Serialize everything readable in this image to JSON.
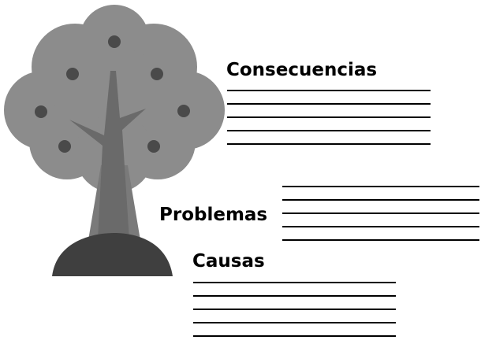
{
  "sections": {
    "consequences": {
      "label": "Consecuencias",
      "line_count": 5
    },
    "problems": {
      "label": "Problemas",
      "line_count": 5
    },
    "causes": {
      "label": "Causas",
      "line_count": 5
    }
  },
  "colors": {
    "canopy": "#8c8c8c",
    "trunk": "#6a6a6a",
    "trunk_light": "#7a7a7a",
    "fruit": "#4a4a4a",
    "ground": "#3f3f3f",
    "line": "#000000"
  }
}
